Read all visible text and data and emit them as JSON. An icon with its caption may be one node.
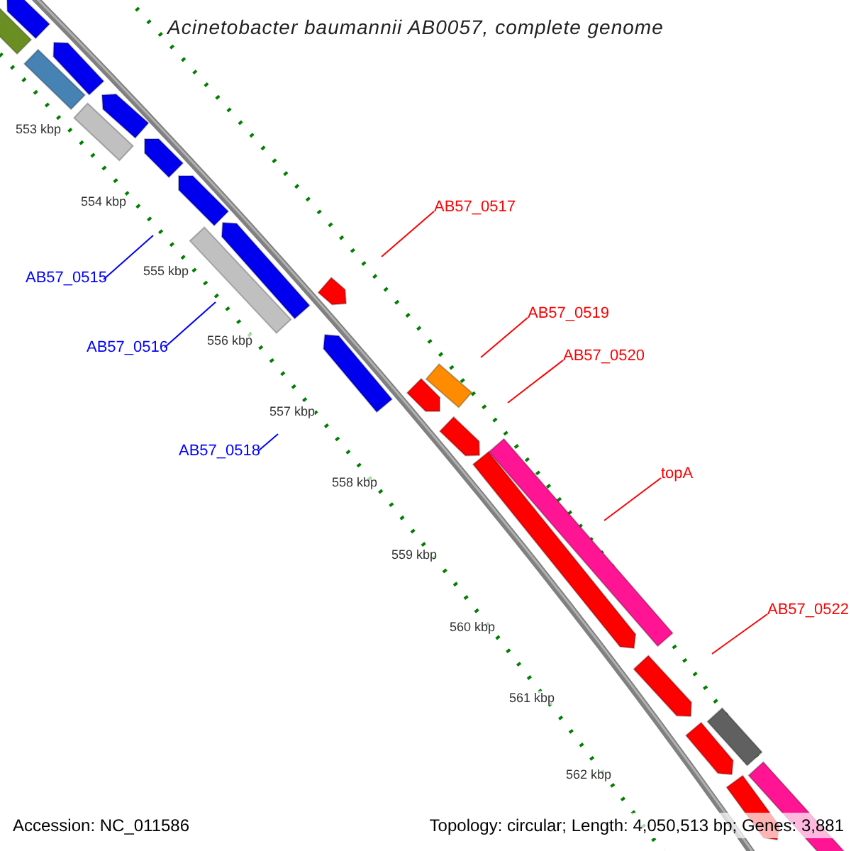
{
  "diagram": {
    "title": "Acinetobacter baumannii AB0057, complete genome",
    "nodes": [
      {
        "text": [
          "AB57_0517"
        ]
      },
      {
        "text": [
          "AB57_0519"
        ]
      },
      {
        "text": [
          "AB57_0520"
        ]
      },
      {
        "text": [
          "AB57_0515"
        ]
      },
      {
        "text": [
          "AB57_0516"
        ]
      },
      {
        "text": [
          "AB57_0518"
        ]
      },
      {
        "text": [
          "topA"
        ]
      },
      {
        "text": [
          "AB57_0522"
        ]
      }
    ],
    "edges": [
      {
        "from": 0,
        "to": null,
        "arrow": "none"
      },
      {
        "from": 1,
        "to": null,
        "arrow": "none"
      },
      {
        "from": 2,
        "to": null,
        "arrow": "none"
      },
      {
        "from": 3,
        "to": null,
        "arrow": "none",
        "color": "#0000ff"
      },
      {
        "from": 4,
        "to": null,
        "arrow": "none",
        "color": "#0000ff"
      },
      {
        "from": 5,
        "to": null,
        "arrow": "none",
        "color": "#0000ff"
      },
      {
        "from": 6,
        "to": null,
        "arrow": "none"
      },
      {
        "from": 7,
        "to": null,
        "arrow": "none"
      }
    ],
    "labels": [
      "553 kbp",
      "554 kbp",
      "555 kbp",
      "556 kbp",
      "557 kbp",
      "558 kbp",
      "559 kbp",
      "560 kbp",
      "561 kbp",
      "562 kbp",
      "Accession: NC_011586",
      "Topology: circular; Length: 4,050,513 bp; Genes: 3,881"
    ]
  }
}
